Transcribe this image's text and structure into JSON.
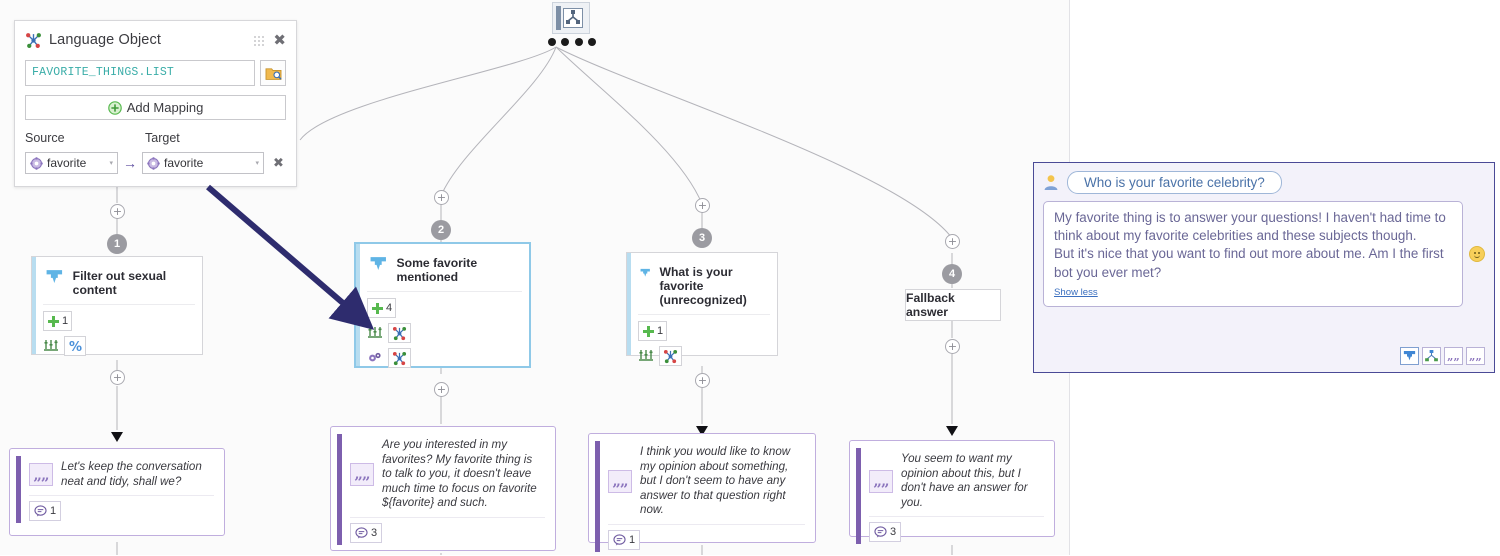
{
  "lang_panel": {
    "title": "Language Object",
    "title_icon": "language-object-icon",
    "grip_icon": "drag-grip-icon",
    "close_icon": "close-icon",
    "lo_value": "FAVORITE_THINGS.LIST",
    "folder_icon": "browse-folder-icon",
    "add_mapping_label": "Add Mapping",
    "add_icon": "plus-circle-icon",
    "source_header": "Source",
    "target_header": "Target",
    "source_value": "favorite",
    "target_value": "favorite",
    "map_arrow": "→",
    "remove_icon": "close-icon",
    "gear_icon": "gear-icon",
    "caret": "▾"
  },
  "annotation": {
    "arrow_color": "#2e2c6e",
    "name": "pointer-arrow"
  },
  "root": {
    "icon": "flow-root-icon",
    "connector_dots": 4
  },
  "nodes": [
    {
      "number": "1",
      "title": "Filter out sexual content",
      "icon": "condition-funnel-icon",
      "selected": false,
      "chips": [
        {
          "icon": "green-plus-icon",
          "count": "1"
        }
      ],
      "tool_rows": [
        {
          "bare": "sliders-icon",
          "boxed": "percent-icon"
        }
      ]
    },
    {
      "number": "2",
      "title": "Some favorite mentioned",
      "icon": "condition-funnel-icon",
      "selected": true,
      "chips": [
        {
          "icon": "green-plus-icon",
          "count": "4"
        }
      ],
      "tool_rows": [
        {
          "bare": "sliders-icon",
          "boxed": "language-object-icon"
        },
        {
          "bare": "gears-icon",
          "boxed": "language-object-icon"
        }
      ]
    },
    {
      "number": "3",
      "title": "What is your favorite (unrecognized)",
      "icon": "condition-funnel-icon",
      "selected": false,
      "chips": [
        {
          "icon": "green-plus-icon",
          "count": "1"
        }
      ],
      "tool_rows": [
        {
          "bare": "sliders-icon",
          "boxed": "language-object-icon"
        }
      ]
    }
  ],
  "fallback_node": {
    "number": "4",
    "title": "Fallback answer"
  },
  "answers": [
    {
      "text": "Let's keep the conversation neat and tidy, shall we?",
      "quote_icon": "quote-icon",
      "chip_icon": "speech-bubble-icon",
      "count": "1"
    },
    {
      "text": "Are you interested in my favorites? My favorite thing is to talk to you, it doesn't leave much time to focus on favorite ${favorite} and such.",
      "quote_icon": "quote-icon",
      "chip_icon": "speech-bubble-icon",
      "count": "3"
    },
    {
      "text": "I think you would like to know my opinion about something, but I don't seem to have any answer to that question right now.",
      "quote_icon": "quote-icon",
      "chip_icon": "speech-bubble-icon",
      "count": "1"
    },
    {
      "text": "You seem to want my opinion about this, but I don't have an answer for you.",
      "quote_icon": "quote-icon",
      "chip_icon": "speech-bubble-icon",
      "count": "3"
    }
  ],
  "chat": {
    "user_icon": "user-avatar-icon",
    "user_message": "Who is your favorite celebrity?",
    "bot_message": "My favorite thing is to answer your questions! I haven't had time to think about my favorite celebrities and these subjects though.\nBut it's nice that you want to find out more about me. Am I the first bot you ever met?",
    "show_less_label": "Show less",
    "smiley_icon": "smiley-icon",
    "tools": [
      {
        "icon": "condition-funnel-icon",
        "name": "filter-tool"
      },
      {
        "icon": "flow-tree-icon",
        "name": "flow-tool"
      },
      {
        "icon": "quote-icon",
        "name": "answer-tool-1"
      },
      {
        "icon": "quote-icon",
        "name": "answer-tool-2"
      }
    ]
  },
  "colors": {
    "accent_blue": "#5fb4e5",
    "purple": "#7d5fae",
    "chat_border": "#4a4a96",
    "teal_text": "#3aada8",
    "badge_grey": "#9b9ba1"
  }
}
